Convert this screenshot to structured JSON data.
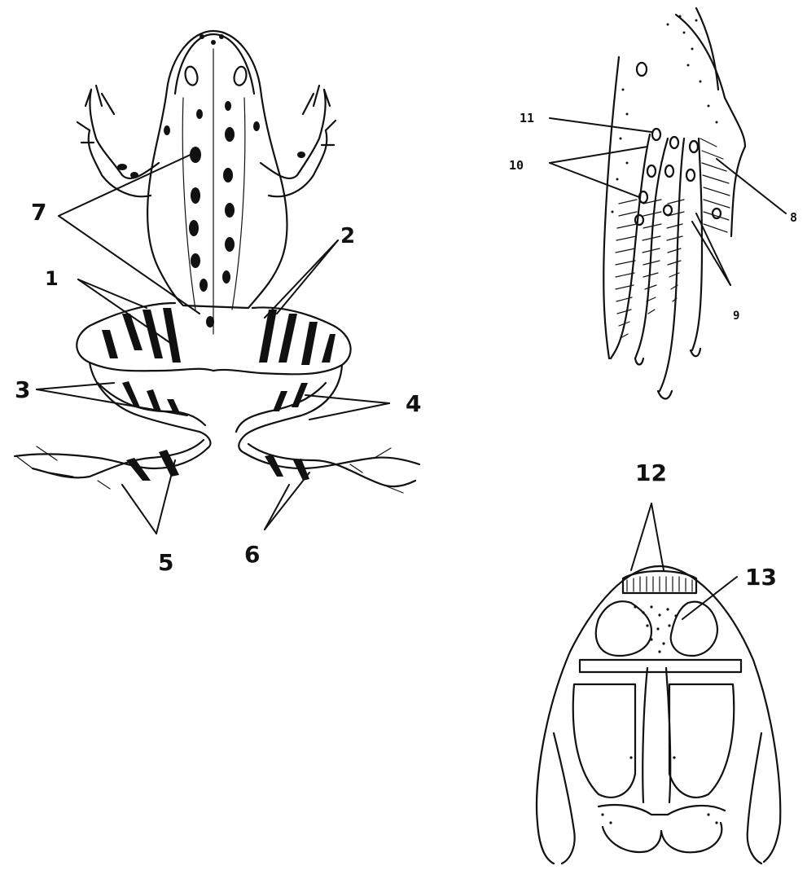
{
  "diagram": {
    "labels": {
      "l1": "1",
      "l2": "2",
      "l3": "3",
      "l4": "4",
      "l5": "5",
      "l6": "6",
      "l7": "7",
      "l8": "8",
      "l9": "9",
      "l10": "10",
      "l11": "11",
      "l12": "12",
      "l13": "13"
    }
  }
}
